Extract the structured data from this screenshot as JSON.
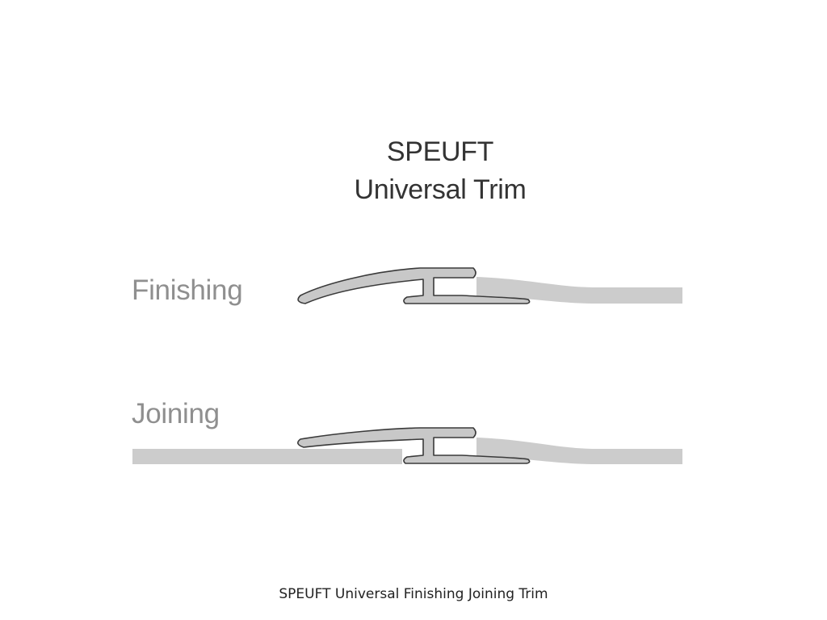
{
  "title": {
    "line1": "SPEUFT",
    "line2": "Universal Trim"
  },
  "sections": {
    "finishing": "Finishing",
    "joining": "Joining"
  },
  "caption": "SPEUFT Universal Finishing Joining Trim",
  "colors": {
    "floor": "#cccccc",
    "trim_fill": "#c8c8c8",
    "trim_outline": "#3a3a3a",
    "label": "#8f8f8f",
    "title": "#333333"
  }
}
